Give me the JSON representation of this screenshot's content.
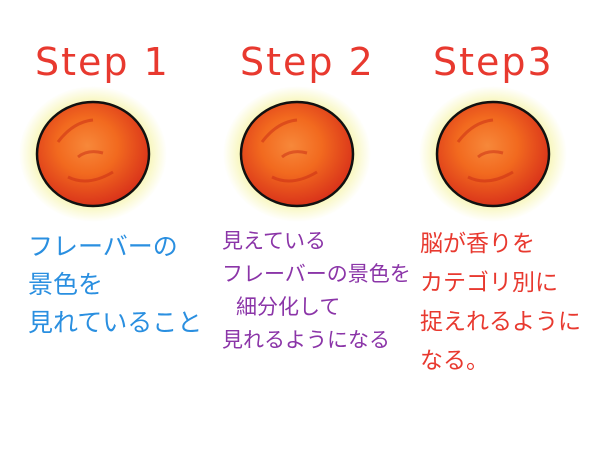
{
  "steps": [
    {
      "title": "Step 1",
      "lines": [
        "フレーバーの",
        "景色を",
        "見れていること"
      ]
    },
    {
      "title": "Step 2",
      "lines": [
        "見えている",
        "フレーバーの景色を",
        "細分化して",
        "見れるようになる"
      ]
    },
    {
      "title": "Step3",
      "lines": [
        "脳が香りを",
        "カテゴリ別に",
        "捉えれるように",
        "なる。"
      ]
    }
  ],
  "colors": {
    "step_title": "#e8392f",
    "step1_text": "#2a8fe0",
    "step2_text": "#8b35a8",
    "step3_text": "#e8392f",
    "orb_core": "#e83a1e",
    "orb_mid": "#f26a1f",
    "orb_glow": "#f3f08a",
    "orb_outline": "#111111"
  },
  "icons": [
    "orange-orb-icon",
    "orange-orb-icon",
    "orange-orb-icon"
  ]
}
